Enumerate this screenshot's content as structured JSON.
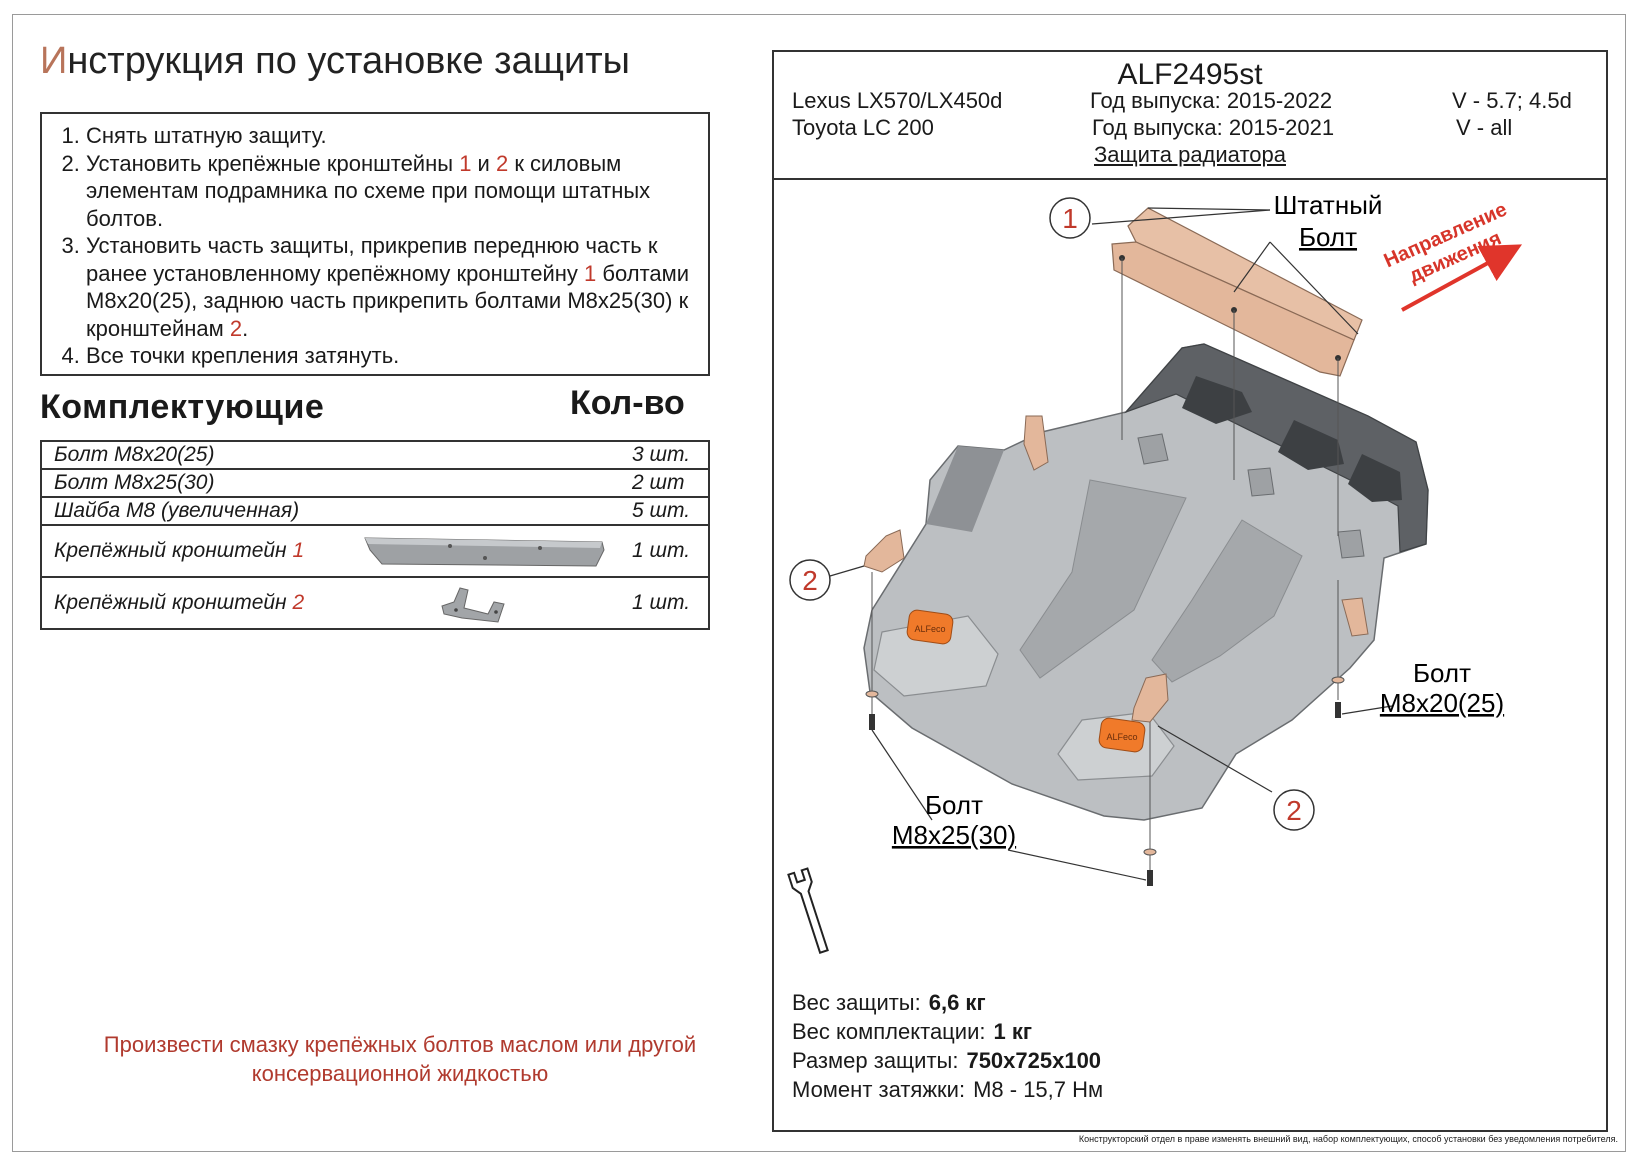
{
  "title": {
    "first_letter": "И",
    "rest": "нструкция по установке защиты"
  },
  "instructions": [
    {
      "parts": [
        {
          "t": "Снять штатную защиту.",
          "red": false
        }
      ]
    },
    {
      "parts": [
        {
          "t": "Установить крепёжные кронштейны ",
          "red": false
        },
        {
          "t": "1",
          "red": true
        },
        {
          "t": " и ",
          "red": false
        },
        {
          "t": "2",
          "red": true
        },
        {
          "t": " к силовым элементам подрамника по схеме при помощи штатных болтов.",
          "red": false
        }
      ]
    },
    {
      "parts": [
        {
          "t": "Установить часть защиты, прикрепив переднюю часть к ранее установленному крепёжному кронштейну ",
          "red": false
        },
        {
          "t": "1",
          "red": true
        },
        {
          "t": " болтами М8х20(25), заднюю часть прикрепить болтами М8х25(30) к кронштейнам ",
          "red": false
        },
        {
          "t": "2",
          "red": true
        },
        {
          "t": ".",
          "red": false
        }
      ]
    },
    {
      "parts": [
        {
          "t": "Все точки крепления затянуть.",
          "red": false
        }
      ]
    }
  ],
  "components": {
    "heading": "Комплектующие",
    "qty_heading": "Кол-во",
    "items": [
      {
        "name": "Болт М8х20(25)",
        "num": "",
        "qty": "3 шт."
      },
      {
        "name": "Болт М8х25(30)",
        "num": "",
        "qty": "2 шт"
      },
      {
        "name": "Шайба М8   (увеличенная)",
        "num": "",
        "qty": "5 шт."
      },
      {
        "name": "Крепёжный кронштейн ",
        "num": "1",
        "qty": "1 шт."
      },
      {
        "name": "Крепёжный кронштейн ",
        "num": "2",
        "qty": "1 шт."
      }
    ]
  },
  "note": "Произвести смазку крепёжных болтов маслом или другой консервационной жидкостью",
  "product": {
    "article": "ALF2495st",
    "models": [
      {
        "name": "Lexus LX570/LX450d",
        "years": "Год выпуска: 2015-2022",
        "engine": "V - 5.7; 4.5d"
      },
      {
        "name": "Toyota LC 200",
        "years": "Год выпуска: 2015-2021",
        "engine": "V - all"
      }
    ],
    "subtitle": "Защита радиатора"
  },
  "diagram": {
    "callout_1": "1",
    "callout_2a": "2",
    "callout_2b": "2",
    "std_bolt_line1": "Штатный",
    "std_bolt_line2": "Болт",
    "direction_line1": "Направление",
    "direction_line2": "движения",
    "bolt_front_line1": "Болт",
    "bolt_front_line2": "М8х20(25)",
    "bolt_rear_line1": "Болт",
    "bolt_rear_line2": "М8х25(30)",
    "logo": "ALFeco"
  },
  "specs": [
    {
      "label": "Вес защиты:",
      "value": "6,6 кг",
      "bold": true
    },
    {
      "label": "Вес комплектации:",
      "value": "1 кг",
      "bold": true
    },
    {
      "label": "Размер защиты:",
      "value": "750х725х100",
      "bold": true
    },
    {
      "label": "Момент затяжки:",
      "value": "М8 - 15,7 Нм",
      "bold": false
    }
  ],
  "disclaimer": "Конструкторский отдел в праве изменять внешний вид, набор комплектующих, способ установки без уведомления потребителя.",
  "colors": {
    "accent_red": "#c0392b",
    "bracket_copper": "#e3b79b",
    "plate_grey": "#b9bcbf",
    "orange_logo": "#f07a2a"
  }
}
